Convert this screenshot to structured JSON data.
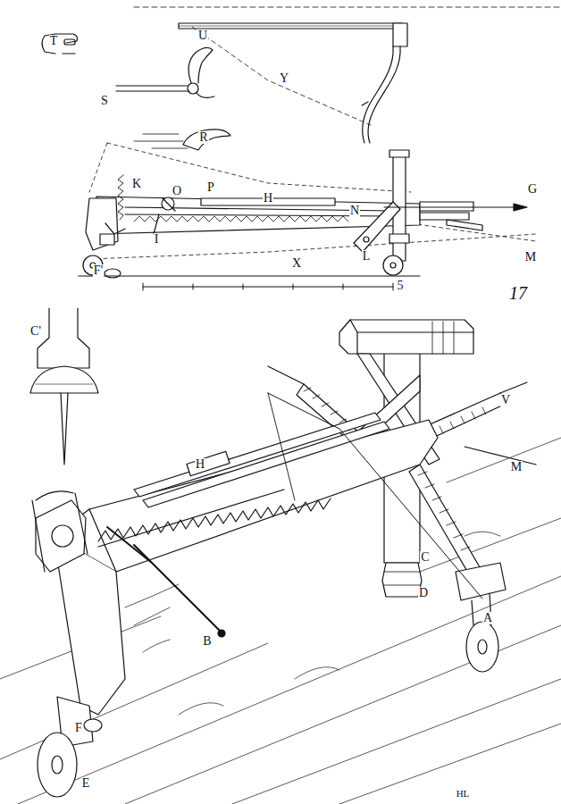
{
  "diagram": {
    "labels": [
      "T",
      "U",
      "S",
      "Y",
      "R",
      "K",
      "O",
      "P",
      "H",
      "N",
      "G",
      "I",
      "L",
      "M",
      "F'",
      "X",
      "5",
      "17",
      "C'",
      "V",
      "M",
      "H",
      "C",
      "D",
      "A",
      "B",
      "F",
      "E",
      "HL"
    ]
  }
}
